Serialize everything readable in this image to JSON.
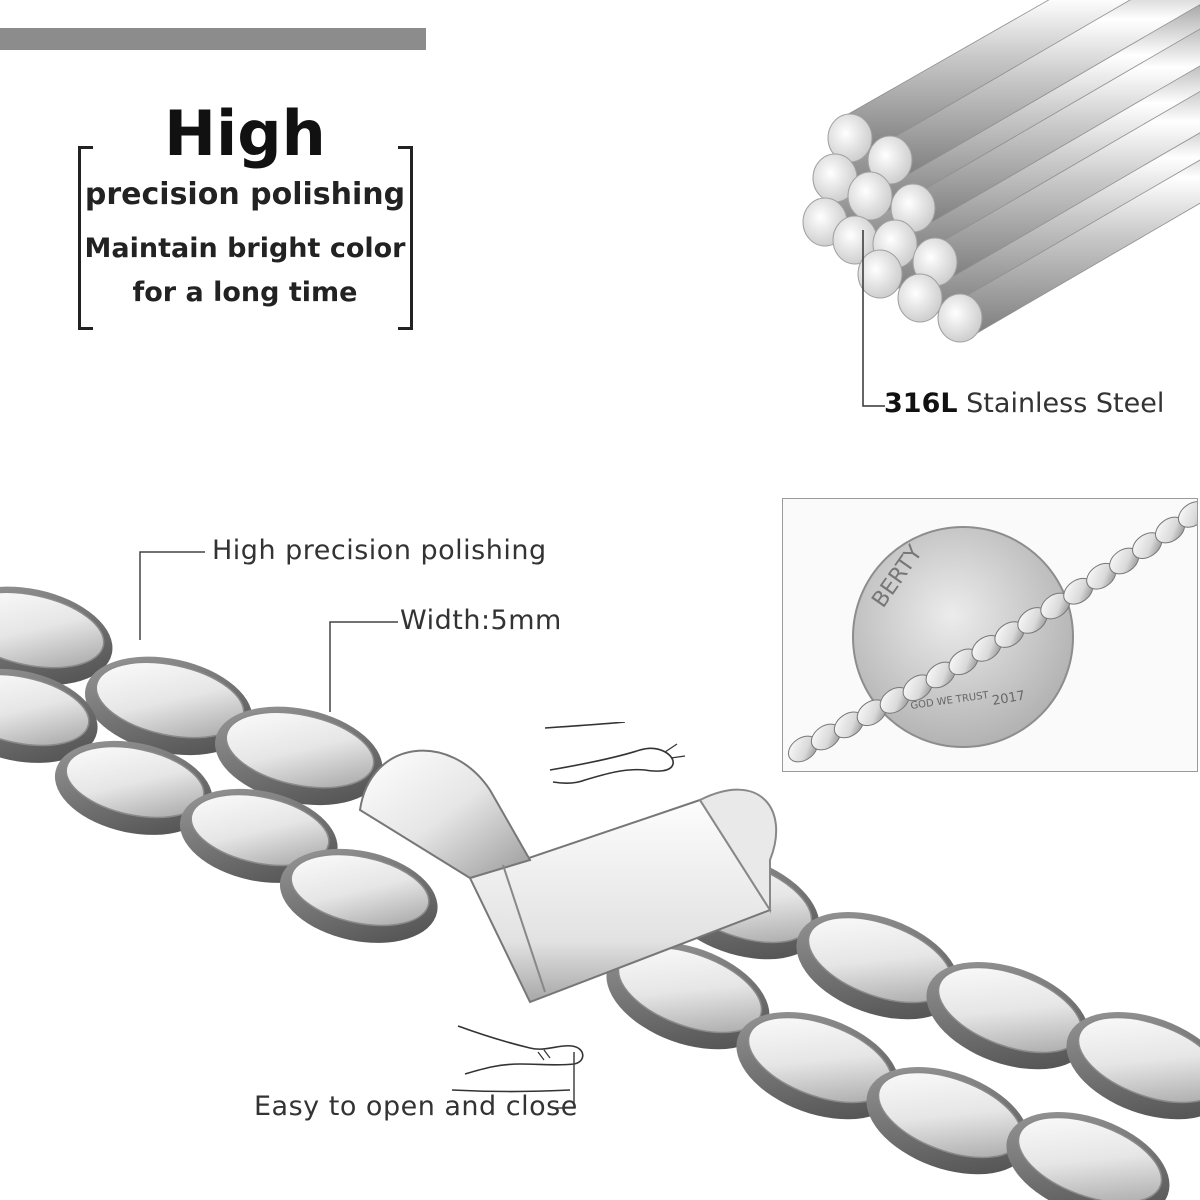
{
  "hero": {
    "title": "High",
    "line1": "precision polishing",
    "line2": "Maintain bright color",
    "line3": "for a long time"
  },
  "material": {
    "code": "316L",
    "name": "Stainless Steel"
  },
  "callouts": {
    "polishing": "High precision polishing",
    "width": "Width:5mm",
    "clasp": "Easy to open and close"
  },
  "coin": {
    "text_top": "BERTY",
    "text_bottom": "GOD WE TRUST",
    "year": "2017"
  },
  "colors": {
    "bar": "#8c8c8c",
    "steel_light": "#f4f4f4",
    "steel_dark": "#6d6d6d",
    "text": "#1a1a1a"
  },
  "icons": [
    "steel-rods-icon",
    "hand-open-icon",
    "hand-close-icon",
    "chain-bracelet-image",
    "coin-with-chain-image"
  ]
}
